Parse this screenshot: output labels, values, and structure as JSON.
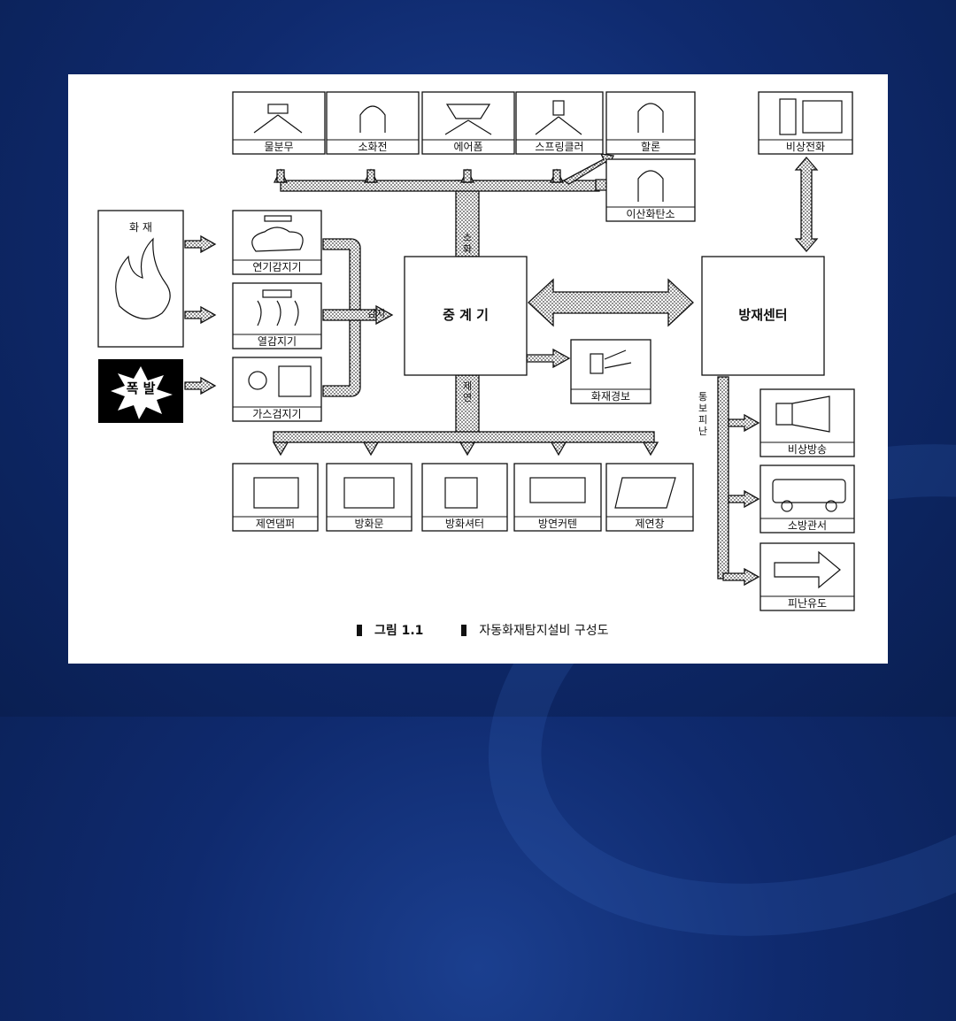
{
  "diagram": {
    "caption_number": "그림 1.1",
    "caption_title": "자동화재탐지설비 구성도",
    "center_node": "중 계 기",
    "right_node": "방재센터",
    "fire_label": "화 재",
    "explosion_label": "폭 발",
    "top_devices": [
      "물분무",
      "소화전",
      "에어폼",
      "스프링클러",
      "할론",
      "이산화탄소"
    ],
    "detectors": [
      "연기감지기",
      "열감지기",
      "가스검지기"
    ],
    "bottom_devices": [
      "제연댐퍼",
      "방화문",
      "방화셔터",
      "방연커텐",
      "제연창"
    ],
    "right_devices": [
      "비상전화",
      "비상방송",
      "소방관서",
      "피난유도"
    ],
    "alarm_label": "화재경보",
    "arrow_fire_extinguish": "소화",
    "arrow_detect": "감지",
    "arrow_control": "제연",
    "arrow_notify": "통보피난"
  },
  "colors": {
    "slide_background": "#0f2a6e",
    "paper": "#ffffff",
    "ink": "#111111"
  }
}
